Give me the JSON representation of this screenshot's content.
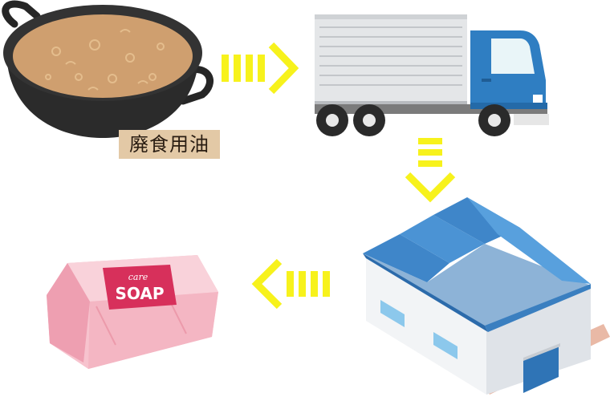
{
  "labels": {
    "waste_oil": "廃食用油",
    "soap_brand_top": "care",
    "soap_brand_main": "SOAP"
  },
  "icons": {
    "step1": "frying-pot-icon",
    "step2": "delivery-truck-icon",
    "step3": "factory-icon",
    "step4": "soap-bar-icon",
    "arrows": [
      "arrow-right-icon",
      "arrow-down-icon",
      "arrow-left-icon"
    ]
  },
  "colors": {
    "arrow": "#f7f21c",
    "truck_cab": "#2f7ec2",
    "factory_roof": "#3f86c9",
    "soap": "#f4b6c3",
    "soap_label": "#d7305b",
    "oil": "#cf9f6f",
    "pot": "#2f2f2f"
  }
}
